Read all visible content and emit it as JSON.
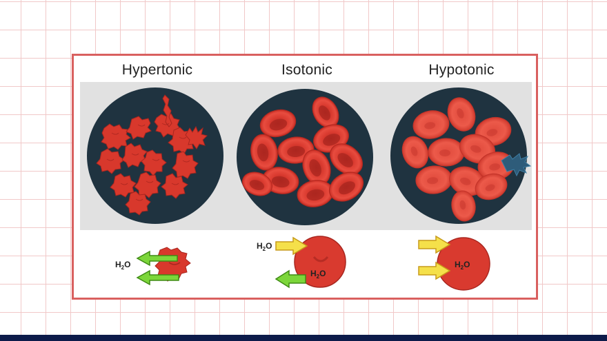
{
  "diagram": {
    "panels": [
      {
        "label": "Hypertonic",
        "formula": "H2O"
      },
      {
        "label": "Isotonic",
        "formula_outside": "H2O",
        "formula_inside": "H2O"
      },
      {
        "label": "Hypotonic",
        "formula": "H2O"
      }
    ],
    "colors": {
      "frame": "#d9605f",
      "dish": "#1f3340",
      "cell": "#d93a2f",
      "cell_light": "#ec5a4a",
      "cell_dark": "#a8261f",
      "arrow_out": "#7cd63a",
      "arrow_in": "#f5e04a",
      "bottom_bar": "#0d1b4a"
    }
  }
}
